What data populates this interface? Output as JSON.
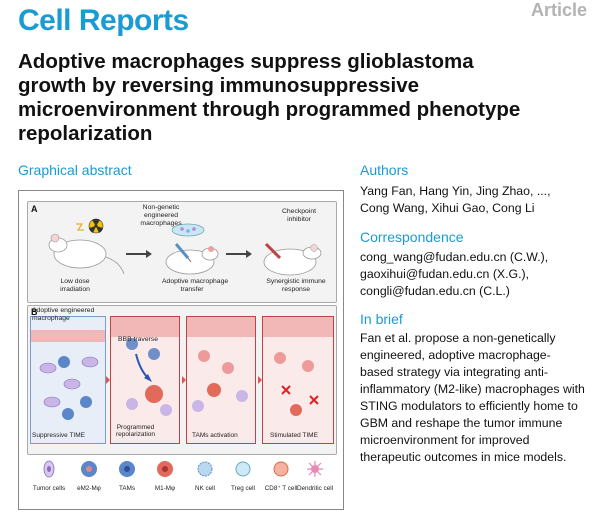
{
  "header": {
    "journal": "Cell Reports",
    "article_type": "Article"
  },
  "title_lines": [
    "Adoptive macrophages suppress glioblastoma",
    "growth by reversing immunosuppressive",
    "microenvironment through programmed phenotype",
    "repolarization"
  ],
  "graphical_abstract": {
    "heading": "Graphical abstract",
    "panel_a": {
      "label": "A",
      "texts": {
        "non_genetic": [
          "Non-genetic",
          "engineered",
          "macrophages"
        ],
        "checkpoint": [
          "Checkpoint",
          "inhibitor"
        ],
        "low_dose": [
          "Low dose",
          "irradiation"
        ],
        "transfer": [
          "Adoptive macrophage",
          "transfer"
        ],
        "synergistic": [
          "Synergistic immune",
          "response"
        ]
      }
    },
    "panel_b": {
      "label": "B",
      "adoptive_engineered": [
        "Adoptive engineered",
        "macrophage"
      ],
      "bbb": "BBB traverse",
      "suppressive": "Suppressive TIME",
      "programmed": [
        "Programmed",
        "repolarization"
      ],
      "tams_activation": "TAMs activation",
      "stimulated": "Stimulated TIME"
    },
    "legend": [
      "Tumor cells",
      "eM2-Mφ",
      "TAMs",
      "M1-Mφ",
      "NK cell",
      "Treg cell",
      "CD8⁺ T cell",
      "Dendritic cell"
    ]
  },
  "authors": {
    "heading": "Authors",
    "lines": [
      "Yang Fan, Hang Yin, Jing Zhao, ...,",
      "Cong Wang, Xihui Gao, Cong Li"
    ]
  },
  "correspondence": {
    "heading": "Correspondence",
    "lines": [
      "cong_wang@fudan.edu.cn (C.W.),",
      "gaoxihui@fudan.edu.cn (X.G.),",
      "congli@fudan.edu.cn (C.L.)"
    ]
  },
  "in_brief": {
    "heading": "In brief",
    "lines": [
      "Fan et al. propose a non-genetically",
      "engineered, adoptive macrophage-",
      "based strategy via integrating anti-",
      "inflammatory (M2-like) macrophages with",
      "STING modulators to efficiently home to",
      "GBM and reshape the tumor immune",
      "microenvironment for improved",
      "therapeutic outcomes in mice models."
    ]
  },
  "colors": {
    "accent": "#1a9bd2",
    "muted": "#b3b3b3"
  }
}
